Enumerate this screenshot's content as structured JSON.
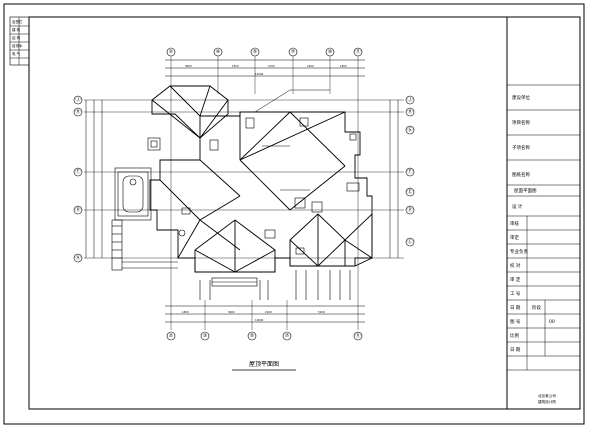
{
  "drawing": {
    "title": "屋顶平面图"
  },
  "grid": {
    "top": [
      "②",
      "④",
      "⑤",
      "⑦",
      "⑩",
      "⑪"
    ],
    "bottom": [
      "②",
      "③",
      "⑤",
      "⑦",
      "⑪"
    ],
    "left": [
      "Ⓙ",
      "Ⓗ",
      "Ⓕ",
      "Ⓓ",
      "Ⓐ"
    ],
    "right": [
      "Ⓙ",
      "Ⓗ",
      "Ⓖ",
      "Ⓕ",
      "Ⓔ",
      "Ⓓ",
      "Ⓒ"
    ]
  },
  "title_block": {
    "rows": [
      {
        "label": "建设单位",
        "value": ""
      },
      {
        "label": "项目名称",
        "value": ""
      },
      {
        "label": "子项名称",
        "value": ""
      },
      {
        "label": "图纸名称",
        "value": ""
      },
      {
        "label": "屋面平面图",
        "value": ""
      },
      {
        "label": "设  计",
        "value": ""
      },
      {
        "label": "审核",
        "value": ""
      },
      {
        "label": "审定",
        "value": ""
      },
      {
        "label": "专业负责",
        "value": ""
      },
      {
        "label": "校  对",
        "value": ""
      },
      {
        "label": "审  定",
        "value": ""
      },
      {
        "label": "工  号",
        "value": ""
      },
      {
        "label": "日  期",
        "value": "阶段"
      },
      {
        "label": "图  号",
        "value": "00"
      },
      {
        "label": "比例",
        "value": ""
      },
      {
        "label": "日  期",
        "value": ""
      }
    ],
    "footer_1": "北京某公司",
    "footer_2": "建筑设计院"
  },
  "side_strip": {
    "labels": [
      "会签栏",
      "建  筑",
      "结  构",
      "给排水",
      "电  气"
    ]
  }
}
